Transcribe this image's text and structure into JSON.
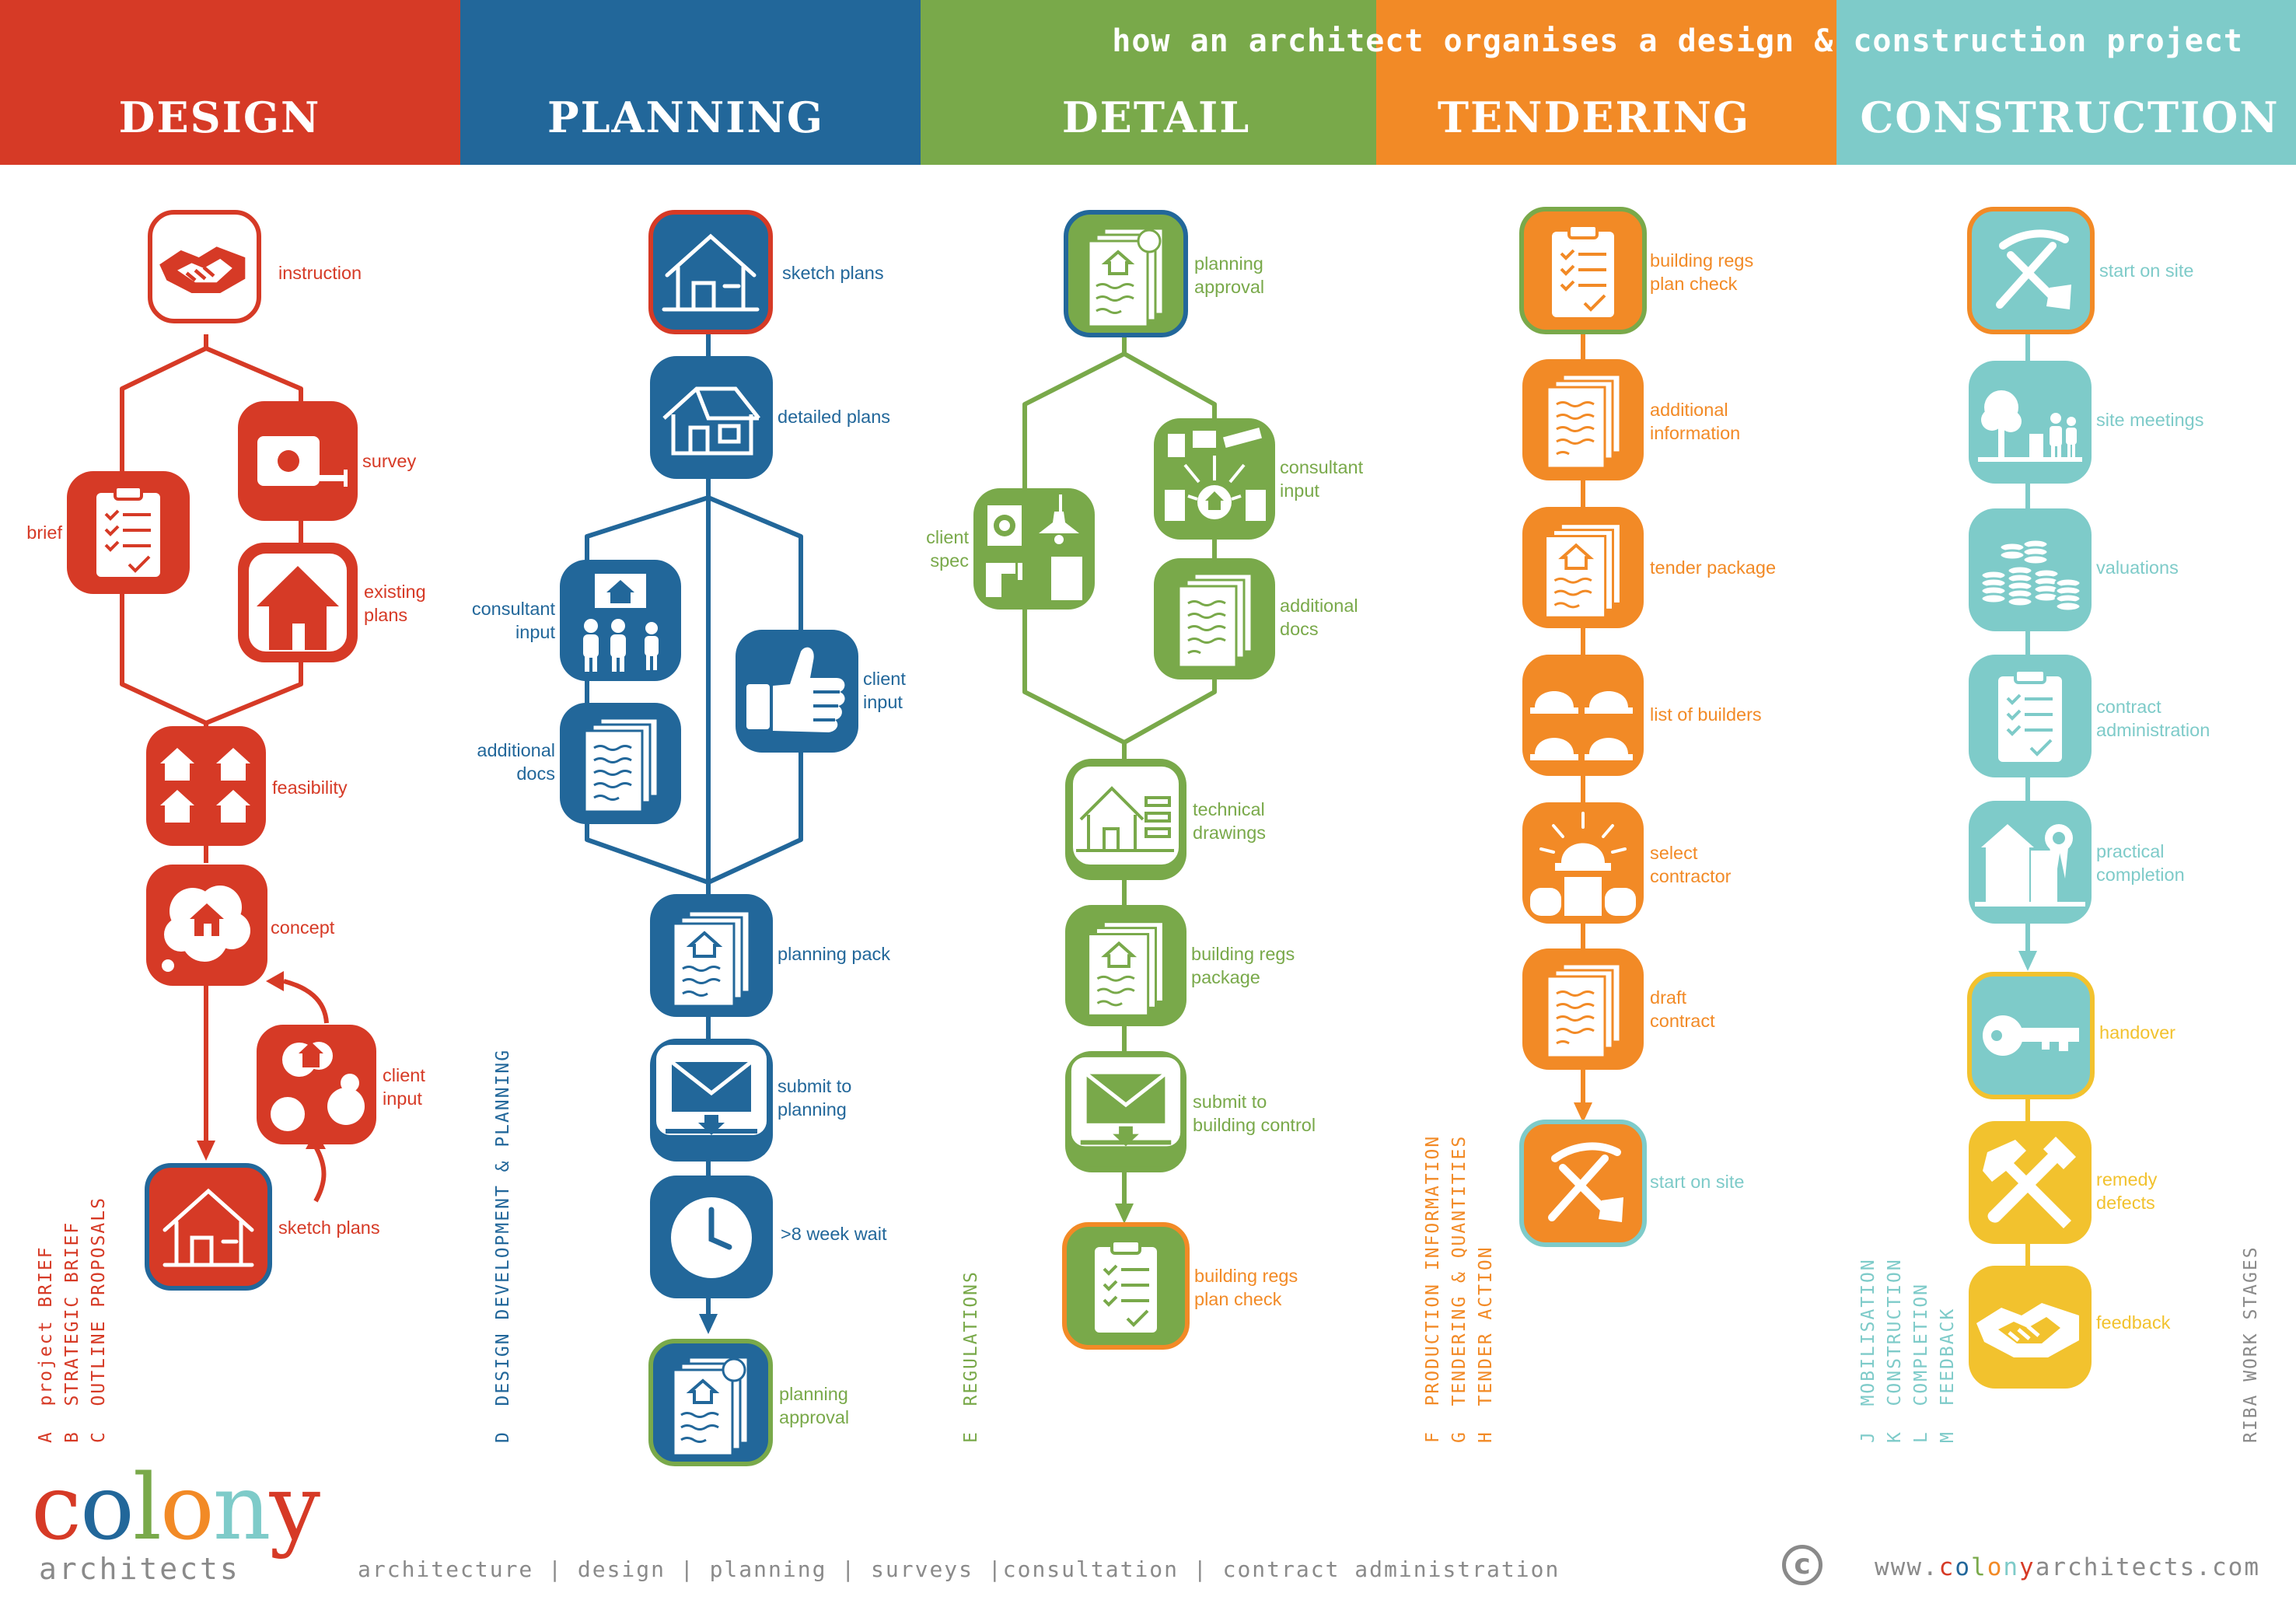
{
  "header": {
    "subtitle": "how an architect organises a design & construction project",
    "stages": [
      {
        "key": "design",
        "title": "DESIGN",
        "color": "#d63a26"
      },
      {
        "key": "planning",
        "title": "PLANNING",
        "color": "#22679a"
      },
      {
        "key": "detail",
        "title": "DETAIL",
        "color": "#79a94a"
      },
      {
        "key": "tendering",
        "title": "TENDERING",
        "color": "#f28a26"
      },
      {
        "key": "construction",
        "title": "CONSTRUCTION",
        "color": "#7ecbc9"
      }
    ]
  },
  "colors": {
    "design": "#d63a26",
    "planning": "#22679a",
    "detail": "#79a94a",
    "tendering": "#f28a26",
    "construction": "#7ecbc9",
    "handover": "#f2c22e",
    "grey": "#8a8a8a"
  },
  "steps": {
    "design": [
      {
        "id": "instruction",
        "label": "instruction",
        "icon": "handshake-icon"
      },
      {
        "id": "survey",
        "label": "survey",
        "icon": "tape-measure-icon"
      },
      {
        "id": "brief",
        "label": "brief",
        "icon": "clipboard-icon"
      },
      {
        "id": "existing-plans",
        "label": "existing\nplans",
        "icon": "house-icon"
      },
      {
        "id": "feasibility",
        "label": "feasibility",
        "icon": "houses-icon"
      },
      {
        "id": "concept",
        "label": "concept",
        "icon": "thought-cloud-icon"
      },
      {
        "id": "client-input",
        "label": "client\ninput",
        "icon": "discussion-icon"
      },
      {
        "id": "sketch-plans",
        "label": "sketch plans",
        "icon": "sketch-house-icon"
      }
    ],
    "planning": [
      {
        "id": "sketch-plans",
        "label": "sketch plans",
        "icon": "sketch-house-icon"
      },
      {
        "id": "detailed-plans",
        "label": "detailed plans",
        "icon": "house-drawing-icon"
      },
      {
        "id": "consultant-input",
        "label": "consultant\ninput",
        "icon": "consultants-icon"
      },
      {
        "id": "client-input",
        "label": "client\ninput",
        "icon": "thumbs-up-icon"
      },
      {
        "id": "additional-docs",
        "label": "additional\ndocs",
        "icon": "documents-icon"
      },
      {
        "id": "planning-pack",
        "label": "planning pack",
        "icon": "document-pack-icon"
      },
      {
        "id": "submit-to-planning",
        "label": "submit to\nplanning",
        "icon": "envelope-icon"
      },
      {
        "id": "wait",
        "label": ">8 week wait",
        "icon": "clock-icon"
      },
      {
        "id": "planning-approval",
        "label": "planning\napproval",
        "icon": "approval-document-icon"
      }
    ],
    "detail": [
      {
        "id": "planning-approval",
        "label": "planning\napproval",
        "icon": "approval-document-icon"
      },
      {
        "id": "consultant-input",
        "label": "consultant\ninput",
        "icon": "consultants-icon"
      },
      {
        "id": "client-spec",
        "label": "client\nspec",
        "icon": "appliances-icon"
      },
      {
        "id": "additional-docs",
        "label": "additional\ndocs",
        "icon": "documents-icon"
      },
      {
        "id": "technical-drawings",
        "label": "technical\ndrawings",
        "icon": "technical-drawing-icon"
      },
      {
        "id": "building-regs-package",
        "label": "building regs\npackage",
        "icon": "document-pack-icon"
      },
      {
        "id": "submit-to-building-control",
        "label": "submit to\nbuilding control",
        "icon": "envelope-icon"
      },
      {
        "id": "building-regs-plan-check",
        "label": "building regs\nplan check",
        "icon": "clipboard-check-icon"
      }
    ],
    "tendering": [
      {
        "id": "building-regs-plan-check",
        "label": "building regs\nplan check",
        "icon": "clipboard-check-icon"
      },
      {
        "id": "additional-information",
        "label": "additional\ninformation",
        "icon": "documents-icon"
      },
      {
        "id": "tender-package",
        "label": "tender package",
        "icon": "document-pack-icon"
      },
      {
        "id": "list-of-builders",
        "label": "list of builders",
        "icon": "hard-hats-icon"
      },
      {
        "id": "select-contractor",
        "label": "select\ncontractor",
        "icon": "selected-hard-hat-icon"
      },
      {
        "id": "draft-contract",
        "label": "draft\ncontract",
        "icon": "documents-icon"
      },
      {
        "id": "start-on-site",
        "label": "start on site",
        "icon": "pick-shovel-icon"
      }
    ],
    "construction": [
      {
        "id": "start-on-site",
        "label": "start on site",
        "icon": "pick-shovel-icon"
      },
      {
        "id": "site-meetings",
        "label": "site meetings",
        "icon": "site-meeting-icon"
      },
      {
        "id": "valuations",
        "label": "valuations",
        "icon": "coins-icon"
      },
      {
        "id": "contract-administration",
        "label": "contract\nadministration",
        "icon": "clipboard-check-icon"
      },
      {
        "id": "practical-completion",
        "label": "practical\ncompletion",
        "icon": "completion-icon"
      },
      {
        "id": "handover",
        "label": "handover",
        "icon": "key-icon"
      },
      {
        "id": "remedy-defects",
        "label": "remedy\ndefects",
        "icon": "tools-icon"
      },
      {
        "id": "feedback",
        "label": "feedback",
        "icon": "handshake-icon"
      }
    ]
  },
  "riba": {
    "design": "A  project BRIEF\nB  STRATEGIC BRIEF\nC  OUTLINE PROPOSALS",
    "planning": "D  DESIGN DEVELOPMENT & PLANNING",
    "detail": "E  REGULATIONS",
    "tendering": "F  PRODUCTION INFORMATION\nG  TENDERING & QUANTITIES\nH  TENDER ACTION",
    "construction": "J  MOBILISATION\nK  CONSTRUCTION\nL  COMPLETION\nM  FEEDBACK",
    "title": "RIBA WORK STAGES"
  },
  "footer": {
    "logo_letters": [
      {
        "ch": "c",
        "color": "#d63a26"
      },
      {
        "ch": "o",
        "color": "#22679a"
      },
      {
        "ch": "l",
        "color": "#79a94a"
      },
      {
        "ch": "o",
        "color": "#f28a26"
      },
      {
        "ch": "n",
        "color": "#7ecbc9"
      },
      {
        "ch": "y",
        "color": "#d63a26"
      }
    ],
    "logo_sub": "architects",
    "services": "architecture | design | planning | surveys |consultation | contract administration",
    "copyright": "c",
    "url_parts": [
      {
        "t": "www.",
        "color": "#8a8a8a"
      },
      {
        "t": "c",
        "color": "#d63a26"
      },
      {
        "t": "o",
        "color": "#22679a"
      },
      {
        "t": "l",
        "color": "#79a94a"
      },
      {
        "t": "o",
        "color": "#f28a26"
      },
      {
        "t": "n",
        "color": "#7ecbc9"
      },
      {
        "t": "y",
        "color": "#d63a26"
      },
      {
        "t": "architects.com",
        "color": "#8a8a8a"
      }
    ]
  }
}
